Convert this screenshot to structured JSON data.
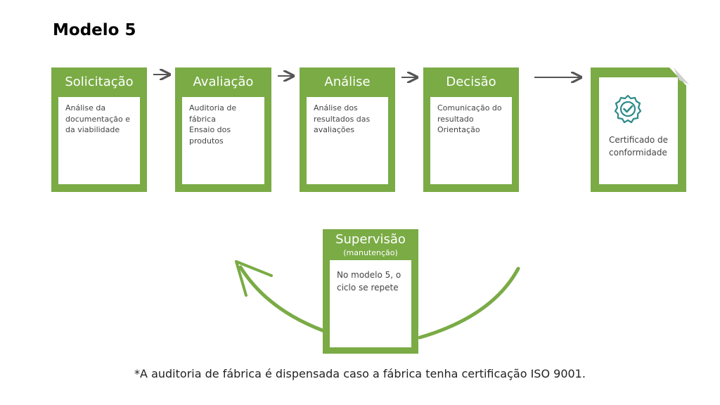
{
  "title": "Modelo 5",
  "colors": {
    "green": "#7aab45",
    "arrow": "#555555"
  },
  "steps": [
    {
      "title": "Solicitação",
      "body": "Análise da\ndocumentação e\nda viabilidade"
    },
    {
      "title": "Avaliação",
      "body": "Auditoria de fábrica\nEnsaio dos produtos"
    },
    {
      "title": "Análise",
      "body": "Análise dos\nresultados das\navaliações"
    },
    {
      "title": "Decisão",
      "body": "Comunicação do\nresultado\nOrientação"
    }
  ],
  "certificate": {
    "icon": "badge-check-icon",
    "text": "Certificado de\nconformidade"
  },
  "supervision": {
    "title": "Supervisão",
    "subtitle": "(manutenção)",
    "body": "No modelo 5, o\nciclo se repete"
  },
  "footnote": "*A auditoria de fábrica é dispensada caso a fábrica tenha certificação ISO 9001."
}
